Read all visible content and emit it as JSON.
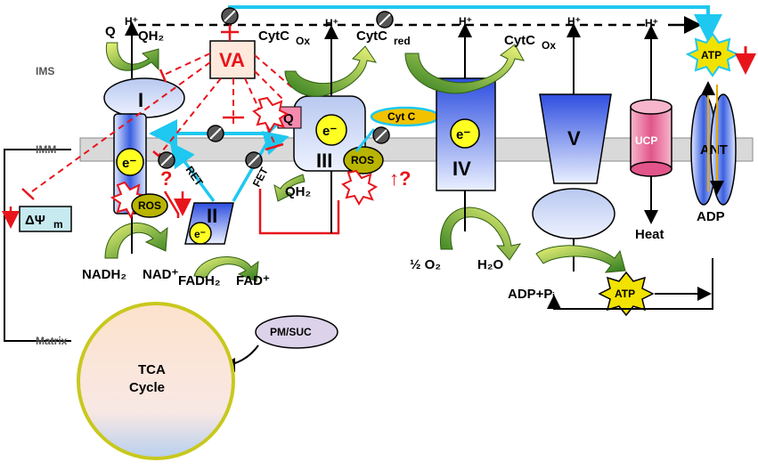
{
  "regions": {
    "ims": "IMS",
    "imm": "IMM",
    "matrix": "Matrix"
  },
  "complexes": {
    "c1": "I",
    "c2": "II",
    "c3": "III",
    "c4": "IV",
    "c5": "V",
    "ucp": "UCP",
    "ant": "ANT"
  },
  "electron": "e⁻",
  "labels": {
    "va": "VA",
    "q_left": "Q",
    "qh2_left": "QH₂",
    "q_c3": "Q",
    "qh2_c3": "QH₂",
    "ros": "ROS",
    "cytc": "Cyt C",
    "cytc_ox_1": "CytC",
    "cytc_ox_1_sub": "Ox",
    "cytc_red": "CytC",
    "cytc_red_sub": "red",
    "cytc_ox_2": "CytC",
    "cytc_ox_2_sub": "Ox",
    "hplus": "H⁺",
    "ret": "RET",
    "fet": "FET",
    "question": "?",
    "up_question": "↑?",
    "delta_psi": "ΔΨ",
    "delta_psi_sub": "m",
    "nadh2": "NADH₂",
    "nadplus": "NAD⁺",
    "fadh2": "FADH₂",
    "fadplus": "FAD⁺",
    "half_o2": "½ O₂",
    "h2o": "H₂O",
    "adp_pi": "ADP+Pᵢ",
    "atp": "ATP",
    "adp": "ADP",
    "heat": "Heat",
    "pm_suc": "PM/SUC",
    "tca_line1": "TCA",
    "tca_line2": "Cycle"
  },
  "colors": {
    "cyan": "#1ec8f0",
    "red": "#e8141b",
    "membrane": "#d9d9d9",
    "complex_blue": "#3a5fe0",
    "ros_fill": "#b8b400",
    "electron_fill": "#ffff22",
    "va_fill": "#ffe9dc",
    "ucp_fill": "#ee7aa0",
    "atp_star": "#f2e200",
    "tca_fill": "#fbe3d0",
    "tca_border": "#c8c81e"
  },
  "icons": [
    "inhibition-symbol-icon",
    "burst-icon",
    "star-icon",
    "curved-arrow-icon"
  ]
}
